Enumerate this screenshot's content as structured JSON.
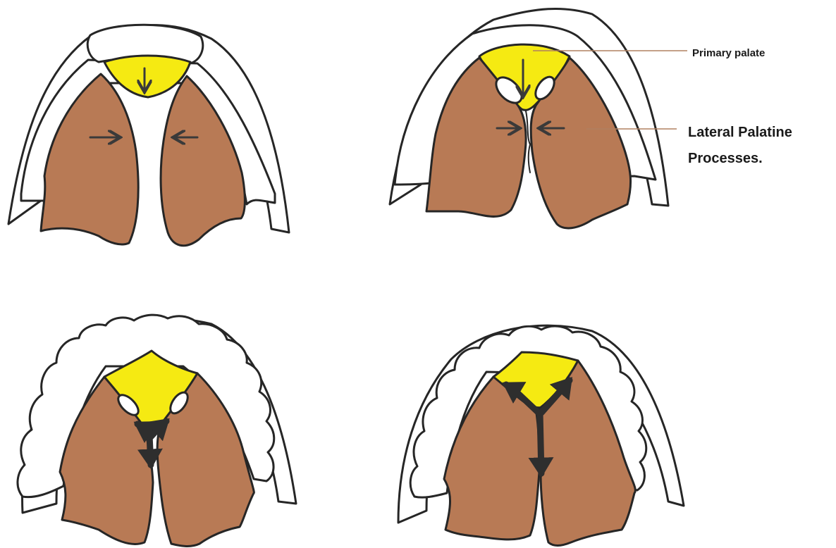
{
  "colors": {
    "primary_palate": "#f5ea12",
    "palatine_process": "#b87a55",
    "outline": "#262626",
    "background": "#ffffff",
    "leader_line": "#b08060"
  },
  "labels": {
    "primary_palate": "Primary palate",
    "lateral_palatine_line1": "Lateral Palatine",
    "lateral_palatine_line2": "Processes."
  }
}
